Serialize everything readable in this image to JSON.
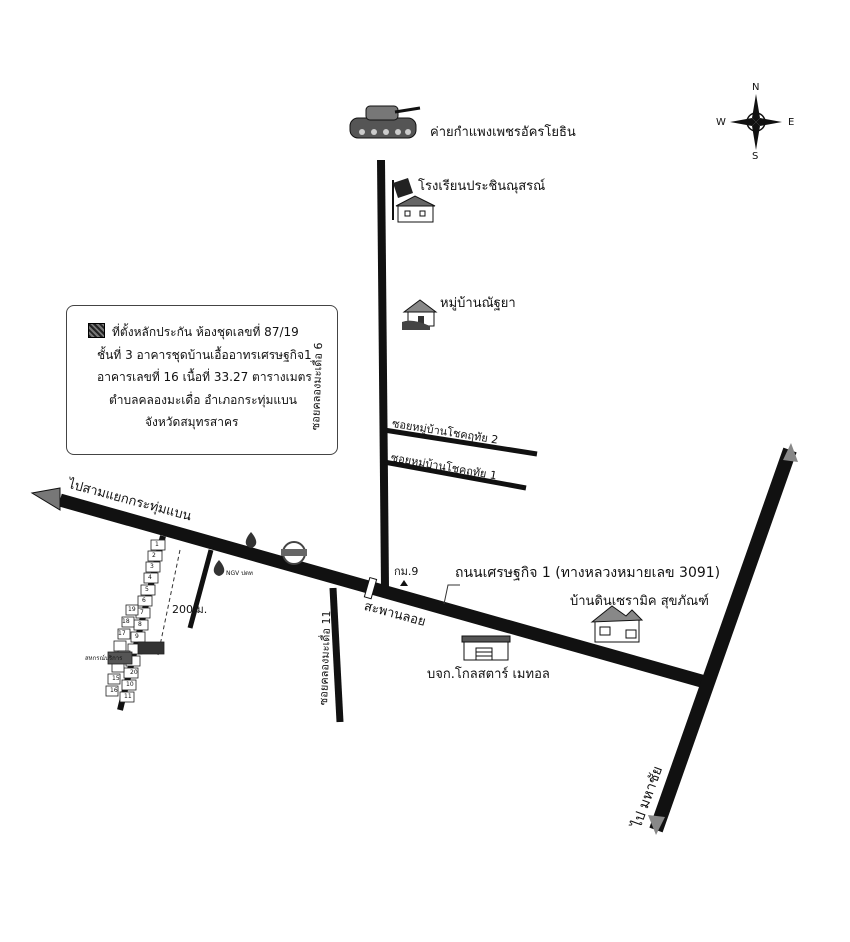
{
  "legend": {
    "lines": [
      "ที่ตั้งหลักประกัน ห้องชุดเลขที่ 87/19",
      "ชั้นที่ 3 อาคารชุดบ้านเอื้ออาทรเศรษฐกิจ1",
      "อาคารเลขที่ 16 เนื้อที่ 33.27 ตารางเมตร",
      "ตำบลคลองมะเดื่อ อำเภอกระทุ่มแบน",
      "จังหวัดสมุทรสาคร"
    ]
  },
  "compass": {
    "n": "N",
    "s": "S",
    "e": "E",
    "w": "W"
  },
  "places": {
    "camp": "ค่ายกำแพงเพชรอัครโยธิน",
    "school": "โรงเรียนประชินณุสรณ์",
    "village": "หมู่บ้านณัฐยา",
    "ceramic_shop": "บ้านดินเซรามิค สุขภัณฑ์",
    "company": "บจก.โกลสตาร์ เมทอล",
    "ngv": "NGV ปตท",
    "coop": "สหกรณ์บริการ"
  },
  "roads": {
    "soi6": "ซอยคลองมะเดื่อ 6",
    "soi11": "ซอยคลองมะเดื่อ 11",
    "chok2": "ซอยหมู่บ้านโชคฤทัย 2",
    "chok1": "ซอยหมู่บ้านโชคฤทัย 1",
    "to_krathum": "ไปสามแยกกระทุ่มแบน",
    "main_road": "ถนนเศรษฐกิจ 1 (ทางหลวงหมายเลข 3091)",
    "km": "กม.9",
    "bridge": "สะพานลอย",
    "to_mahachai": "ไป มหาชัย"
  },
  "distance": "200 ม.",
  "building_numbers": [
    "1",
    "2",
    "3",
    "4",
    "5",
    "6",
    "7",
    "8",
    "9",
    "10",
    "11",
    "15",
    "16",
    "17",
    "18",
    "19",
    "20"
  ]
}
